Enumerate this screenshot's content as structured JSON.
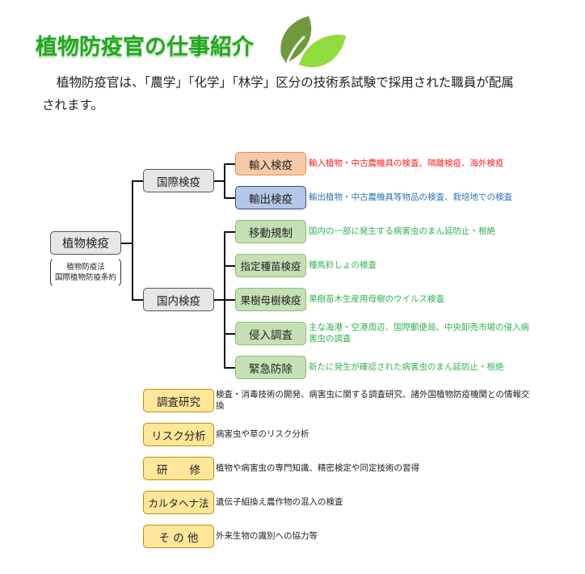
{
  "title": "植物防疫官の仕事紹介",
  "intro": {
    "line1": "植物防疫官は、「農学」「化学」「林学」区分の技術系試験で採用された職員が配属",
    "line2": "されます。"
  },
  "tree": {
    "root": {
      "label": "植物検疫",
      "laws": [
        "植物防疫法",
        "国際植物防疫条約"
      ]
    },
    "international": {
      "label": "国際検疫",
      "children": [
        {
          "label": "輸入検疫",
          "desc": "輸入植物・中古農機具の検査、隔離検疫、海外検疫"
        },
        {
          "label": "輸出検疫",
          "desc": "輸出植物・中古農機具等物品の検査、栽培地での検査"
        }
      ]
    },
    "domestic": {
      "label": "国内検疫",
      "children": [
        {
          "label": "移動規制",
          "desc": "国内の一部に発生する病害虫のまん延防止・根絶"
        },
        {
          "label": "指定種苗検疫",
          "desc": "種馬鈴しょの検査"
        },
        {
          "label": "果樹母樹検疫",
          "desc": "果樹苗木生産用母樹のウイルス検査"
        },
        {
          "label": "侵入調査",
          "desc": "主な海港・空港周辺、国際郵便局、中央卸売市場の侵入病害虫の調査"
        },
        {
          "label": "緊急防除",
          "desc": "新たに発生が確認された病害虫のまん延防止・根絶"
        }
      ]
    }
  },
  "other": [
    {
      "label": "調査研究",
      "desc": "検査・消毒技術の開発、病害虫に関する調査研究、諸外国植物防疫機関との情報交換"
    },
    {
      "label": "リスク分析",
      "desc": "病害虫や草のリスク分析"
    },
    {
      "label": "研　　修",
      "desc": "植物や病害虫の専門知識、精密検定や同定技術の習得"
    },
    {
      "label": "カルタヘナ法",
      "desc": "遺伝子組換え農作物の混入の検査"
    },
    {
      "label": "そ の 他",
      "desc": "外来生物の識別への協力等"
    }
  ],
  "colors": {
    "import": "#ff2020",
    "export": "#2e75b6",
    "domestic": "#2fb34f",
    "title": "#22a81e"
  }
}
